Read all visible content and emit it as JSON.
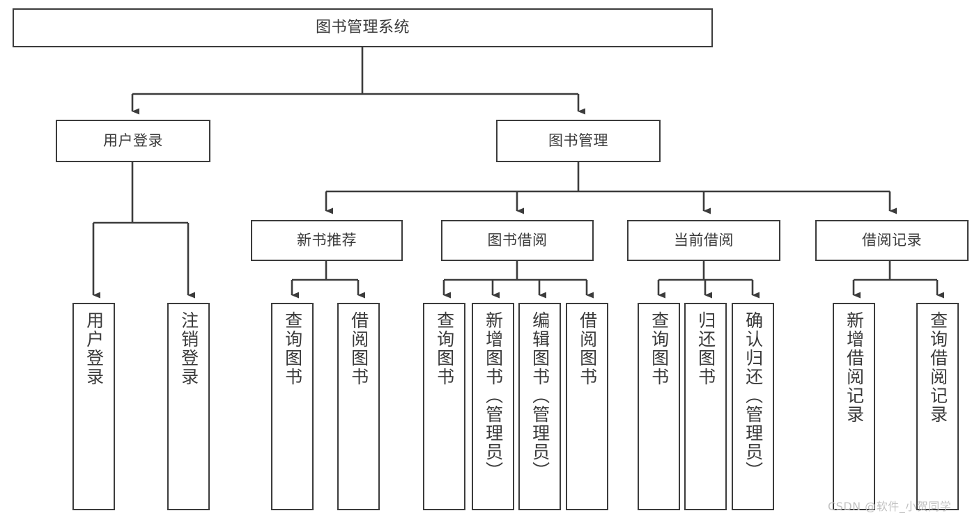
{
  "diagram": {
    "type": "tree",
    "title": "图书管理系统",
    "orientation": "top-down",
    "line_color": "#3c3c3c",
    "text_color": "#3a3a3a",
    "background_color": "#ffffff",
    "nodes": {
      "root": {
        "label": "图书管理系统"
      },
      "level2": [
        {
          "id": "user-login",
          "label": "用户登录"
        },
        {
          "id": "book-manage",
          "label": "图书管理"
        }
      ],
      "level3": [
        {
          "id": "new-book-recommend",
          "label": "新书推荐"
        },
        {
          "id": "book-borrow",
          "label": "图书借阅"
        },
        {
          "id": "current-borrow",
          "label": "当前借阅"
        },
        {
          "id": "borrow-record",
          "label": "借阅记录"
        }
      ],
      "leaves": {
        "user-login": [
          {
            "id": "leaf-user-login",
            "label": "用户登录"
          },
          {
            "id": "leaf-logout-login",
            "label": "注销登录"
          }
        ],
        "new-book-recommend": [
          {
            "id": "leaf-query-book-1",
            "label": "查询图书"
          },
          {
            "id": "leaf-borrow-book-1",
            "label": "借阅图书"
          }
        ],
        "book-borrow": [
          {
            "id": "leaf-query-book-2",
            "label": "查询图书"
          },
          {
            "id": "leaf-add-book",
            "label": "新增图书（管理员）"
          },
          {
            "id": "leaf-edit-book",
            "label": "编辑图书（管理员）"
          },
          {
            "id": "leaf-borrow-book-2",
            "label": "借阅图书"
          }
        ],
        "current-borrow": [
          {
            "id": "leaf-query-book-3",
            "label": "查询图书"
          },
          {
            "id": "leaf-return-book",
            "label": "归还图书"
          },
          {
            "id": "leaf-confirm-return",
            "label": "确认归还（管理员）"
          }
        ],
        "borrow-record": [
          {
            "id": "leaf-add-record",
            "label": "新增借阅记录"
          },
          {
            "id": "leaf-query-record",
            "label": "查询借阅记录"
          }
        ]
      }
    }
  },
  "watermark": {
    "text": "CSDN @软件_小贺同学",
    "color": "#c2c2c2"
  }
}
